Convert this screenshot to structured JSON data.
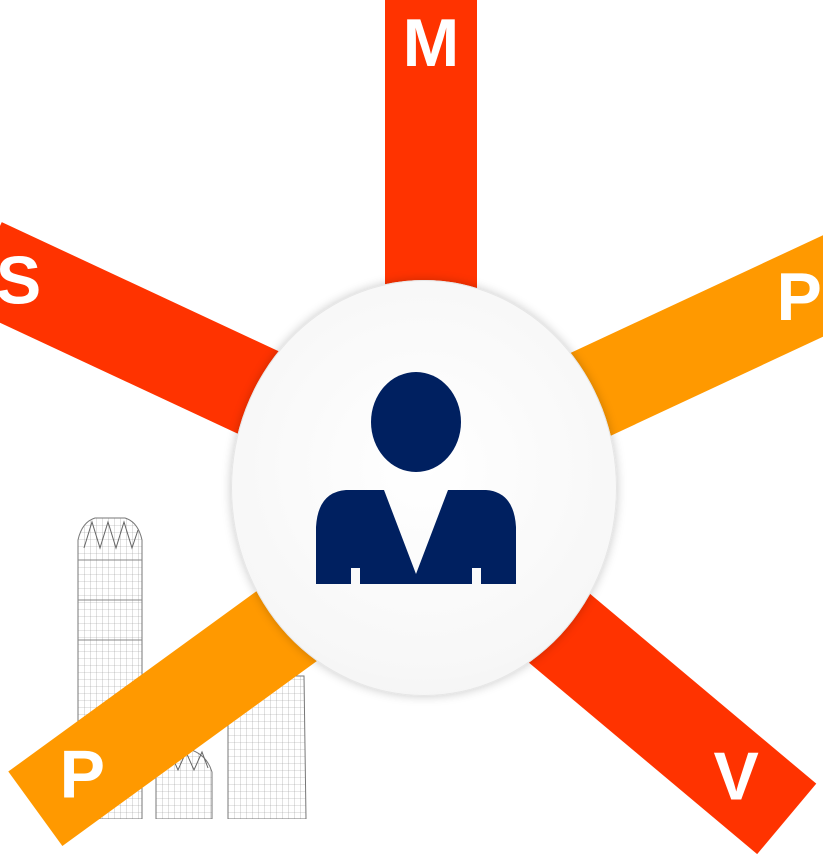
{
  "diagram": {
    "arms": [
      {
        "id": "top",
        "label": "M",
        "color": "#ff3300"
      },
      {
        "id": "upper-right",
        "label": "P",
        "color": "#ff9900"
      },
      {
        "id": "lower-right",
        "label": "V",
        "color": "#ff3300"
      },
      {
        "id": "lower-left",
        "label": "P",
        "color": "#ff9900"
      },
      {
        "id": "upper-left",
        "label": "S",
        "color": "#ff3300"
      }
    ],
    "hub": {
      "icon": "person-icon",
      "icon_color": "#002060"
    }
  }
}
